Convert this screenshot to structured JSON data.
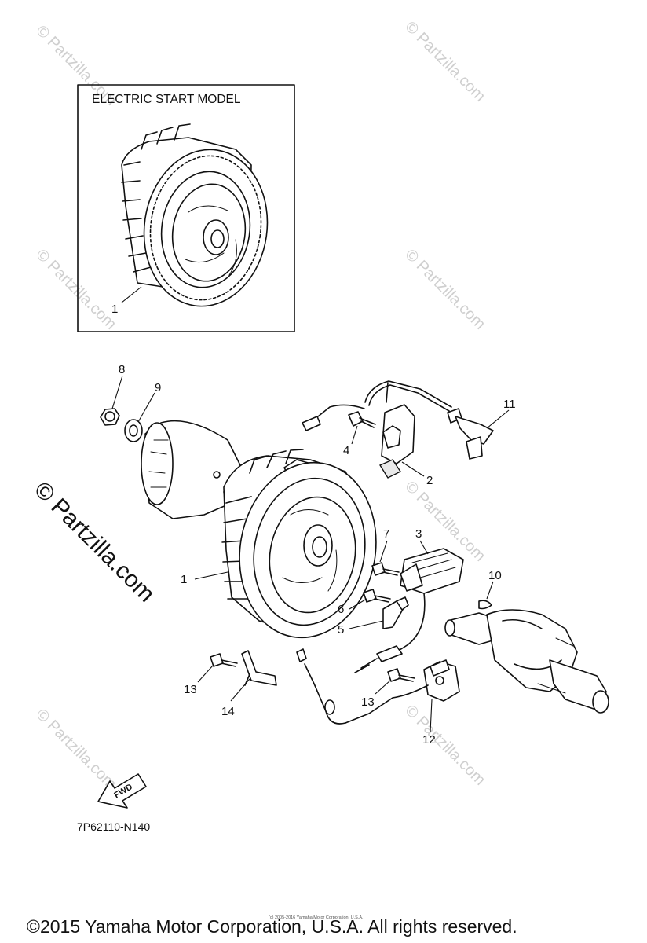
{
  "inset_title": "ELECTRIC START MODEL",
  "diagram_code": "7P62110-N140",
  "copyright": "©2015 Yamaha Motor Corporation, U.S.A. All rights reserved.",
  "small_copyright": "(c) 2005-2016 Yamaha Motor Corporation, U.S.A.",
  "watermark": "© Partzilla.com",
  "fwd_label": "FWD",
  "callouts": {
    "inset_flywheel": "1",
    "flywheel": "1",
    "ignition_coil": "2",
    "rectifier": "3",
    "coil_bolt": "4",
    "clamp": "5",
    "clamp_bolt": "6",
    "rectifier_bolt": "7",
    "nut": "8",
    "washer": "9",
    "key": "10",
    "plug_cap": "11",
    "pulser_coil": "12",
    "bolt_13a": "13",
    "bolt_13b": "13",
    "bracket": "14"
  }
}
